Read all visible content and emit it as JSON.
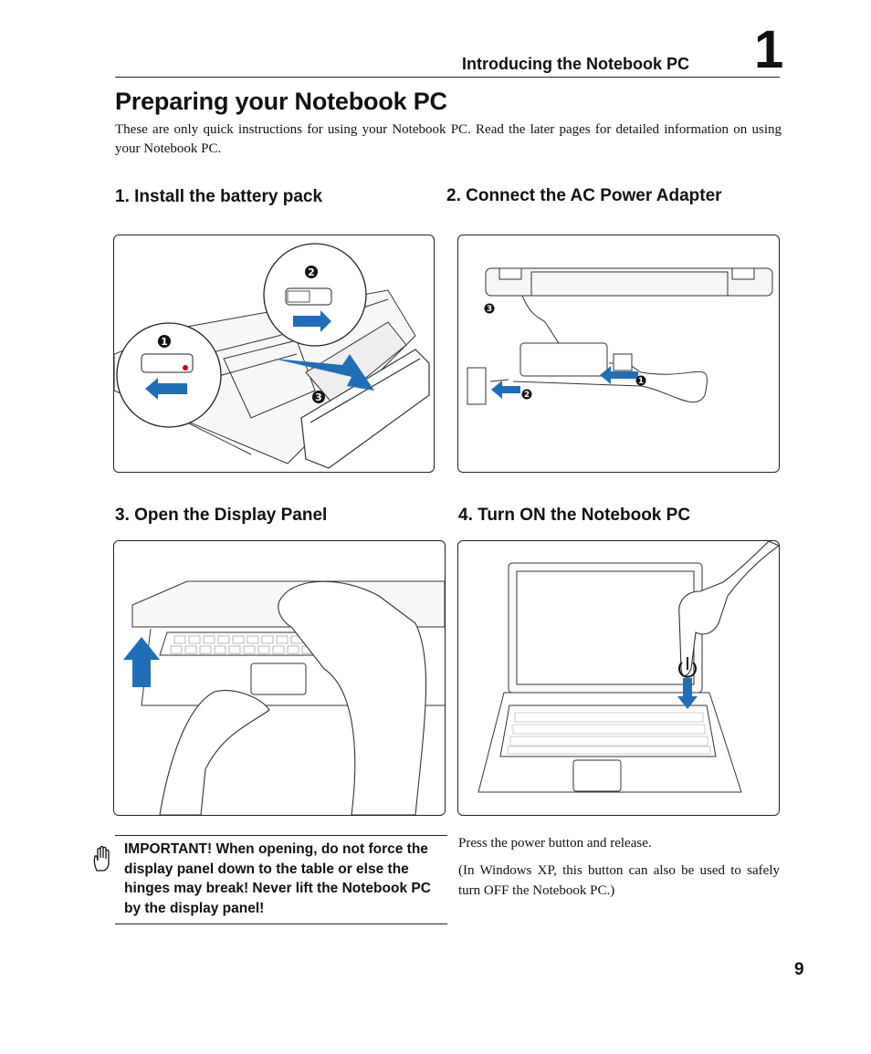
{
  "header": {
    "chapter_title": "Introducing the Notebook PC",
    "chapter_number": "1"
  },
  "page_title": "Preparing your Notebook PC",
  "intro": "These are only quick instructions for using your Notebook PC. Read the later pages for detailed information on using your Notebook PC.",
  "steps": [
    {
      "title": "1. Install the battery pack",
      "markers": [
        "1",
        "2",
        "3"
      ]
    },
    {
      "title": "2. Connect the AC Power Adapter",
      "markers": [
        "1",
        "2",
        "3"
      ]
    },
    {
      "title": "3. Open the Display Panel"
    },
    {
      "title": "4. Turn ON the Notebook PC"
    }
  ],
  "important_note": "IMPORTANT!  When opening, do not force the display panel down to the table or else the hinges may break! Never lift the Notebook PC by the display panel!",
  "power_text": [
    "Press the power button and release.",
    "(In Windows XP, this button can also be used to safely turn OFF the Notebook PC.)"
  ],
  "page_number": "9",
  "colors": {
    "arrow_blue": "#1f6fb8",
    "text": "#111111"
  },
  "icons": {
    "note": "raised-hand-icon"
  }
}
